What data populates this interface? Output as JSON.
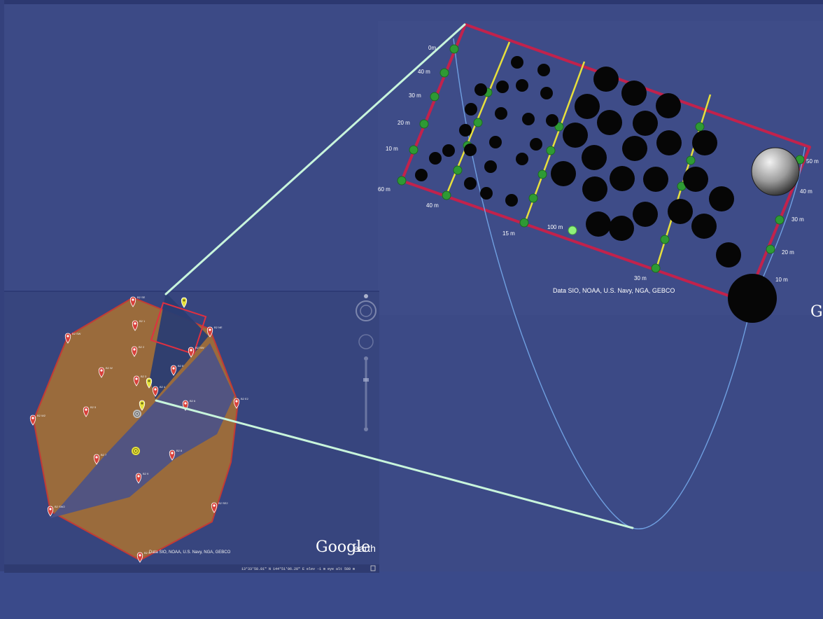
{
  "inset": {
    "credit": "Data SIO, NOAA, U.S. Navy, NGA, GEBCO",
    "grid_labels": {
      "top": "0m",
      "left": [
        "40 m",
        "30 m",
        "20 m",
        "10 m"
      ],
      "corner_left": "60 m",
      "bottom": [
        "40 m",
        "15 m",
        "100 m",
        "30 m"
      ],
      "right": [
        "50 m",
        "40 m",
        "30 m",
        "20 m",
        "10 m"
      ]
    }
  },
  "map": {
    "credit": "Data SIO, NOAA, U.S. Navy, NGA, GEBCO",
    "logo_main": "Google",
    "logo_sub": "earth",
    "statusbar": "13°33'58.81\" N  144°51'06.28\" E  elev  -1 m    eye alt  580 m"
  },
  "colors": {
    "background": "#3c4a86",
    "survey_area": "#9a6b3c",
    "grid_border": "#c2224c",
    "transect": "#e7e03c",
    "marker": "#2e9a34",
    "connector": "#c8f5dc",
    "curve": "#6f9fe0"
  },
  "icons": [
    "pin-marker-icon",
    "yellow-pin-icon",
    "target-icon",
    "compass-ring-icon",
    "zoom-slider-icon",
    "help-icon"
  ]
}
